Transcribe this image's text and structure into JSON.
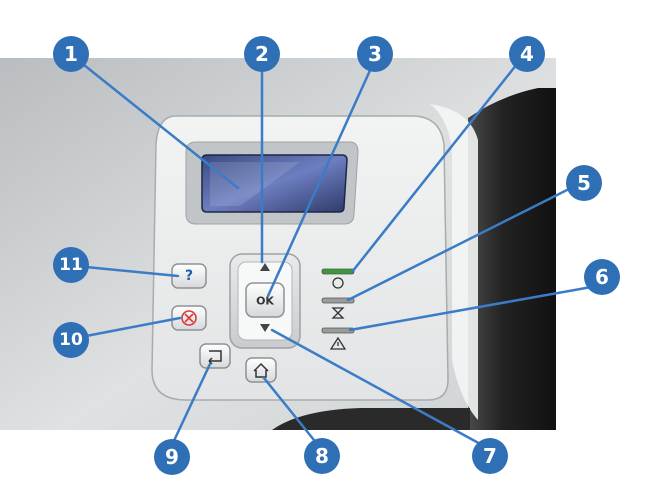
{
  "panel": {
    "help_label": "?",
    "ok_label": "OK",
    "colors": {
      "callout": "#2f6fb6",
      "ready_led": "#3a9a3a",
      "help_glyph": "#1f5fb0",
      "stop_glyph": "#d93a3a"
    }
  },
  "callouts": [
    "1",
    "2",
    "3",
    "4",
    "5",
    "6",
    "7",
    "8",
    "9",
    "10",
    "11"
  ],
  "icons": {
    "ready": "ready-circle-icon",
    "data": "hourglass-icon",
    "attention": "warning-triangle-icon",
    "up": "up-arrow-icon",
    "down": "down-arrow-icon",
    "stop": "stop-icon",
    "back": "back-arrow-icon",
    "home": "home-icon"
  }
}
